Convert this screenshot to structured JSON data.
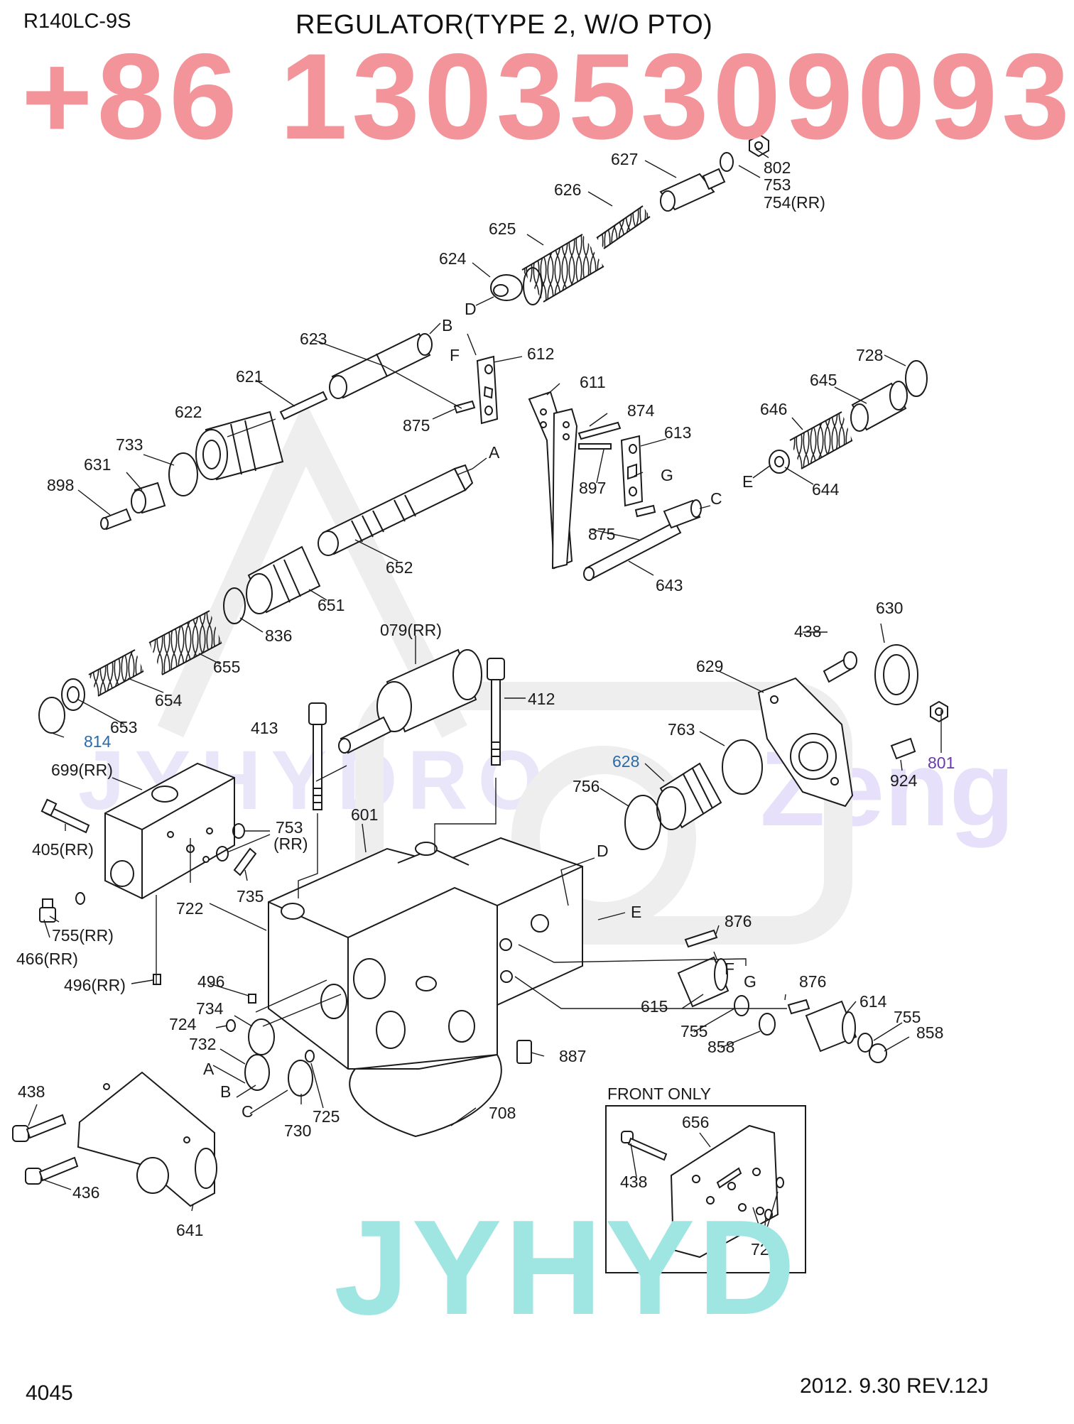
{
  "header": {
    "model": "R140LC-9S",
    "title": "REGULATOR(TYPE 2, W/O PTO)"
  },
  "watermarks": {
    "phone": "+86 13035309093",
    "brand": "JYHYD",
    "side": "Zeng",
    "middle": "JYHYDRO"
  },
  "footer": {
    "page_number": "4045",
    "revision": "2012. 9.30  REV.12J"
  },
  "inset": {
    "title": "FRONT ONLY"
  },
  "callouts": [
    "627",
    "802",
    "753",
    "754(RR)",
    "626",
    "625",
    "624",
    "D",
    "623",
    "B",
    "F",
    "612",
    "621",
    "611",
    "622",
    "874",
    "875",
    "A",
    "613",
    "733",
    "G",
    "631",
    "897",
    "898",
    "C",
    "728",
    "645",
    "646",
    "E",
    "644",
    "875",
    "643",
    "652",
    "651",
    "836",
    "655",
    "654",
    "653",
    "814",
    "079(RR)",
    "412",
    "413",
    "630",
    "438",
    "629",
    "763",
    "628",
    "756",
    "801",
    "924",
    "699(RR)",
    "405(RR)",
    "601",
    "753",
    "(RR)",
    "735",
    "722",
    "D",
    "755(RR)",
    "466(RR)",
    "E",
    "876",
    "F",
    "496(RR)",
    "496",
    "G",
    "876",
    "615",
    "614",
    "734",
    "724",
    "755",
    "755",
    "858",
    "858",
    "732",
    "887",
    "A",
    "B",
    "C",
    "730",
    "725",
    "708",
    "438",
    "436",
    "641",
    "656",
    "438",
    "722"
  ],
  "colors": {
    "phone_watermark": "#f2949a",
    "brand_watermark": "#9fe6e2",
    "side_watermark": "#e6e0fb",
    "callout_blue": "#2b6aa8",
    "callout_purple": "#6a3aa8",
    "line": "#1a1a1a"
  }
}
